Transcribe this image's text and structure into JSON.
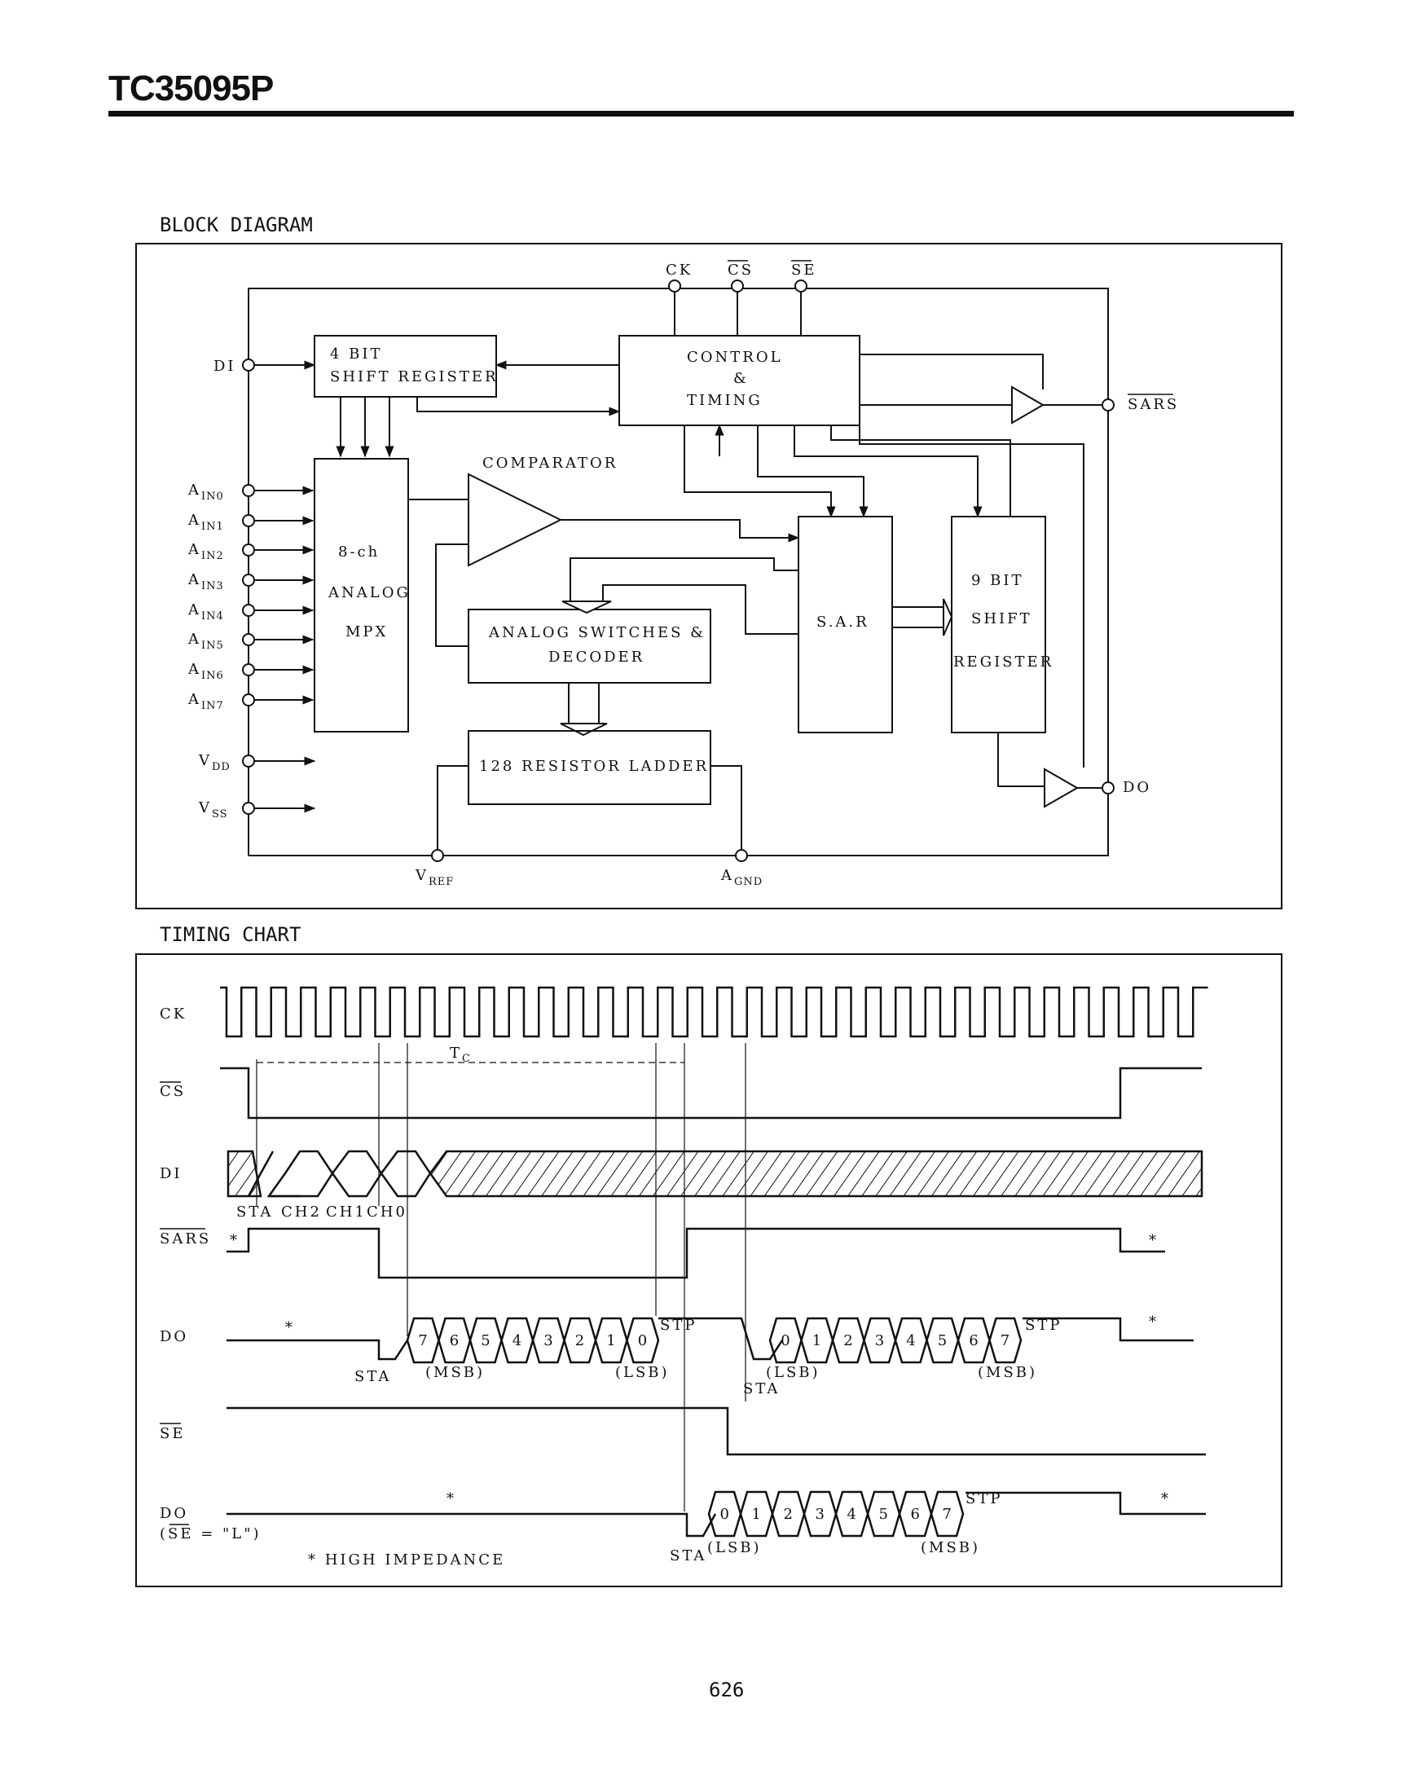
{
  "header": {
    "part": "TC35095P",
    "page": "626"
  },
  "block": {
    "title": "BLOCK DIAGRAM",
    "pins_top": [
      "CK",
      "CS",
      "SE"
    ],
    "di": "DI",
    "sars": "SARS",
    "do": "DO",
    "ain_prefix": "A",
    "ain_sub": [
      "IN0",
      "IN1",
      "IN2",
      "IN3",
      "IN4",
      "IN5",
      "IN6",
      "IN7"
    ],
    "vdd_main": "V",
    "vdd_sub": "DD",
    "vss_main": "V",
    "vss_sub": "SS",
    "vref_main": "V",
    "vref_sub": "REF",
    "agnd_main": "A",
    "agnd_sub": "GND",
    "shift4": [
      "4 BIT",
      "SHIFT REGISTER"
    ],
    "control": [
      "CONTROL",
      "&",
      "TIMING"
    ],
    "comparator": "COMPARATOR",
    "mpx": [
      "8-ch",
      "ANALOG",
      "MPX"
    ],
    "switches": [
      "ANALOG SWITCHES &",
      "DECODER"
    ],
    "sar": "S.A.R",
    "shift9": [
      "9 BIT",
      "SHIFT",
      "REGISTER"
    ],
    "ladder": "128 RESISTOR LADDER"
  },
  "timing": {
    "title": "TIMING CHART",
    "signals": [
      "CK",
      "CS",
      "DI",
      "SARS",
      "DO",
      "SE",
      "DO"
    ],
    "do2_cond": "(SE = \"L\")",
    "tc_main": "T",
    "tc_sub": "C",
    "di_labels": [
      "STA",
      "CH2",
      "CH1",
      "CH0"
    ],
    "do_bits_msb": [
      "7",
      "6",
      "5",
      "4",
      "3",
      "2",
      "1",
      "0"
    ],
    "do_bits_lsb": [
      "0",
      "1",
      "2",
      "3",
      "4",
      "5",
      "6",
      "7"
    ],
    "sta": "STA",
    "stp": "STP",
    "msb": "(MSB)",
    "lsb": "(LSB)",
    "hiz": "*",
    "note": "* HIGH IMPEDANCE"
  }
}
